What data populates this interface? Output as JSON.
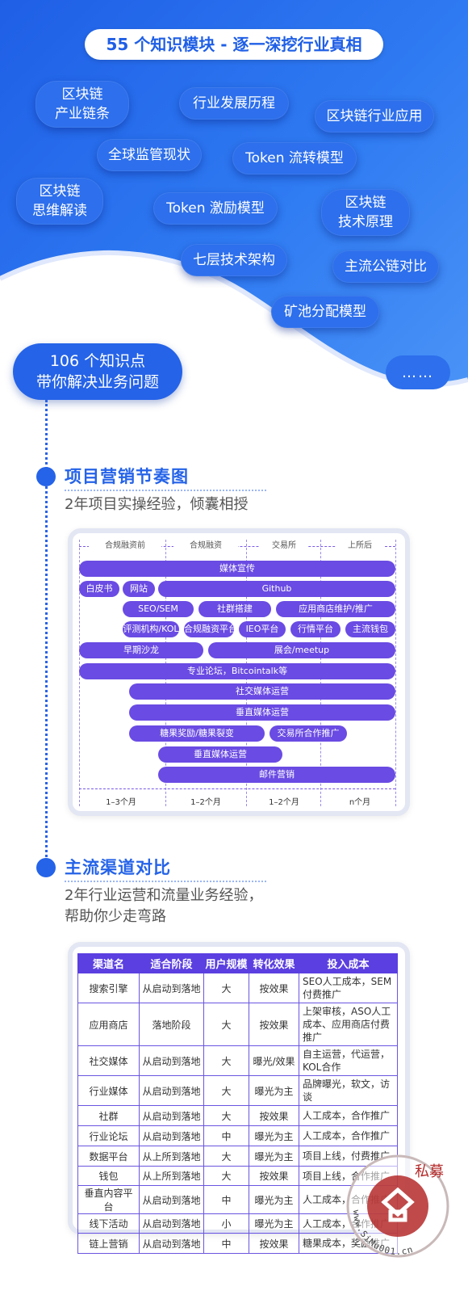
{
  "hero": {
    "title": "55 个知识模块 - 逐一深挖行业真相",
    "bubbles": [
      "区块链\n产业链条",
      "行业发展历程",
      "区块链行业应用",
      "全球监管现状",
      "Token 流转模型",
      "区块链\n思维解读",
      "Token 激励模型",
      "区块链\n技术原理",
      "七层技术架构",
      "主流公链对比",
      "矿池分配模型"
    ],
    "knowledge_label": "106 个知识点\n带你解决业务问题",
    "more_label": "……"
  },
  "section1": {
    "title": "项目营销节奏图",
    "subtitle": "2年项目实操经验，倾囊相授",
    "phases": [
      "合规融资前",
      "合规融资",
      "交易所",
      "上所后"
    ],
    "bars": [
      "媒体宣传",
      "白皮书",
      "网站",
      "Github",
      "SEO/SEM",
      "社群搭建",
      "应用商店维护/推广",
      "评测机构/KOL",
      "合规融资平台",
      "IEO平台",
      "行情平台",
      "主流钱包",
      "早期沙龙",
      "展会/meetup",
      "专业论坛，Bitcointalk等",
      "社交媒体运营",
      "垂直媒体运营",
      "糖果奖励/糖果裂变",
      "交易所合作推广",
      "垂直媒体运营",
      "邮件营销"
    ],
    "durations": [
      "1–3个月",
      "1–2个月",
      "1–2个月",
      "n个月"
    ]
  },
  "section2": {
    "title": "主流渠道对比",
    "subtitle": "2年行业运营和流量业务经验，\n帮助你少走弯路",
    "headers": [
      "渠道名",
      "适合阶段",
      "用户规模",
      "转化效果",
      "投入成本"
    ],
    "rows": [
      [
        "搜索引擎",
        "从启动到落地",
        "大",
        "按效果",
        "SEO人工成本，SEM付费推广"
      ],
      [
        "应用商店",
        "落地阶段",
        "大",
        "按效果",
        "上架审核，ASO人工成本、应用商店付费推广"
      ],
      [
        "社交媒体",
        "从启动到落地",
        "大",
        "曝光/效果",
        "自主运营，代运营，KOL合作"
      ],
      [
        "行业媒体",
        "从启动到落地",
        "大",
        "曝光为主",
        "品牌曝光，软文，访谈"
      ],
      [
        "社群",
        "从启动到落地",
        "大",
        "按效果",
        "人工成本，合作推广"
      ],
      [
        "行业论坛",
        "从启动到落地",
        "中",
        "曝光为主",
        "人工成本，合作推广"
      ],
      [
        "数据平台",
        "从上所到落地",
        "大",
        "曝光为主",
        "项目上线，付费推广"
      ],
      [
        "钱包",
        "从上所到落地",
        "大",
        "按效果",
        "项目上线，合作推广"
      ],
      [
        "垂直内容平台",
        "从启动到落地",
        "中",
        "曝光为主",
        "人工成本，合作推广"
      ],
      [
        "线下活动",
        "从启动到落地",
        "小",
        "曝光为主",
        "人工成本，合作推广"
      ],
      [
        "链上营销",
        "从启动到落地",
        "中",
        "按效果",
        "糖果成本，奖励推广"
      ]
    ]
  },
  "watermark": {
    "text": "www.SiMu001.cn",
    "top_text": "私募"
  },
  "colors": {
    "primary": "#2563e8",
    "purple": "#6a4be3"
  }
}
